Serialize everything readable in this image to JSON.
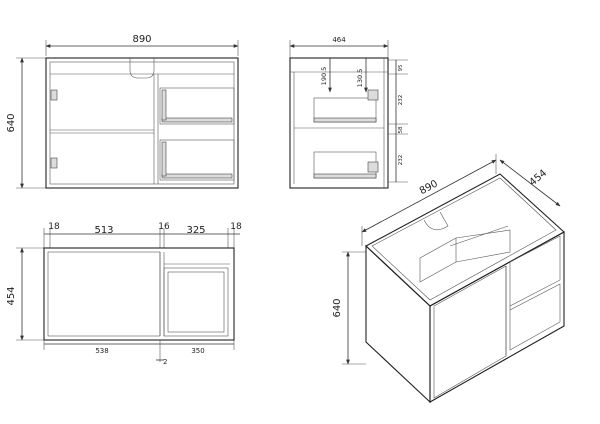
{
  "front_view": {
    "width_label": "890",
    "height_label": "640"
  },
  "side_view": {
    "depth_label": "464",
    "label_130_5": "130.5",
    "label_190_5": "190.5",
    "label_95": "95",
    "label_232_top": "232",
    "label_58": "58",
    "label_232_bottom": "232"
  },
  "plan_view": {
    "label_18_left": "18",
    "label_513": "513",
    "label_16": "16",
    "label_325": "325",
    "label_18_right": "18",
    "label_454": "454",
    "label_538": "538",
    "label_350": "350",
    "label_2": "2"
  },
  "iso_view": {
    "width_label": "890",
    "depth_label": "454",
    "height_label": "640"
  }
}
